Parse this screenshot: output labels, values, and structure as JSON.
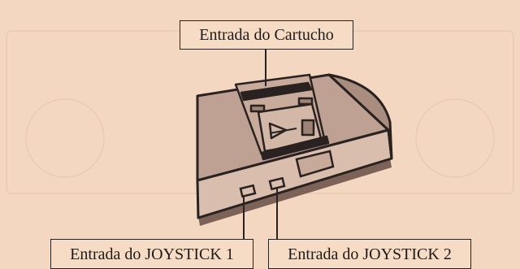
{
  "labels": {
    "cartridge_slot": "Entrada do Cartucho",
    "joystick_1_port": "Entrada do JOYSTICK 1",
    "joystick_2_port": "Entrada do JOYSTICK 2"
  },
  "colors": {
    "background": "#f3d7c1",
    "line": "#2a2220",
    "console_body": "#c4a696",
    "console_top": "#b8998a",
    "console_front": "#d8bcaa"
  }
}
